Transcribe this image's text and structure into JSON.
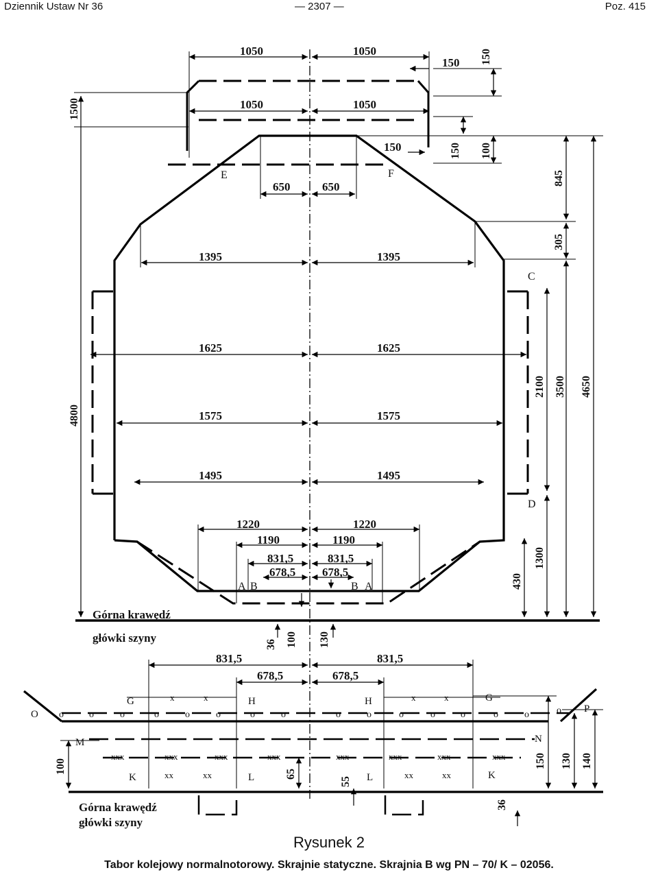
{
  "header": {
    "left": "Dziennik Ustaw Nr 36",
    "center": "— 2307 —",
    "right": "Poz. 415"
  },
  "labels": {
    "rail_top_1": "Górna krawędź",
    "rail_top_2": "główki szyny",
    "points_upper": [
      "E",
      "F",
      "C",
      "D",
      "A",
      "B",
      "B",
      "A"
    ],
    "points_lower": [
      "O",
      "G",
      "H",
      "H",
      "G",
      "P",
      "M",
      "N",
      "K",
      "L",
      "L",
      "K"
    ],
    "x": "x",
    "xx": "xx",
    "xxx": "xxx",
    "o": "o"
  },
  "dimensions": {
    "top": [
      "1050",
      "1050",
      "1050",
      "1050",
      "150",
      "150",
      "1500",
      "150",
      "100",
      "150"
    ],
    "upper": [
      "650",
      "650",
      "845",
      "305",
      "1395",
      "1395",
      "1625",
      "1625",
      "1575",
      "1575",
      "1495",
      "1495",
      "4800",
      "2100",
      "3500",
      "4650"
    ],
    "lower": [
      "1220",
      "1220",
      "1190",
      "1190",
      "831,5",
      "831,5",
      "678,5",
      "678,5",
      "430",
      "1300",
      "36",
      "100",
      "130"
    ],
    "bottom": [
      "831,5",
      "831,5",
      "678,5",
      "678,5",
      "100",
      "65",
      "55",
      "150",
      "130",
      "140",
      "36"
    ]
  },
  "caption": {
    "figure": "Rysunek 2",
    "title": "Tabor kolejowy normalnotorowy. Skrajnie statyczne. Skrajnia B wg PN – 70/ K – 02056."
  }
}
